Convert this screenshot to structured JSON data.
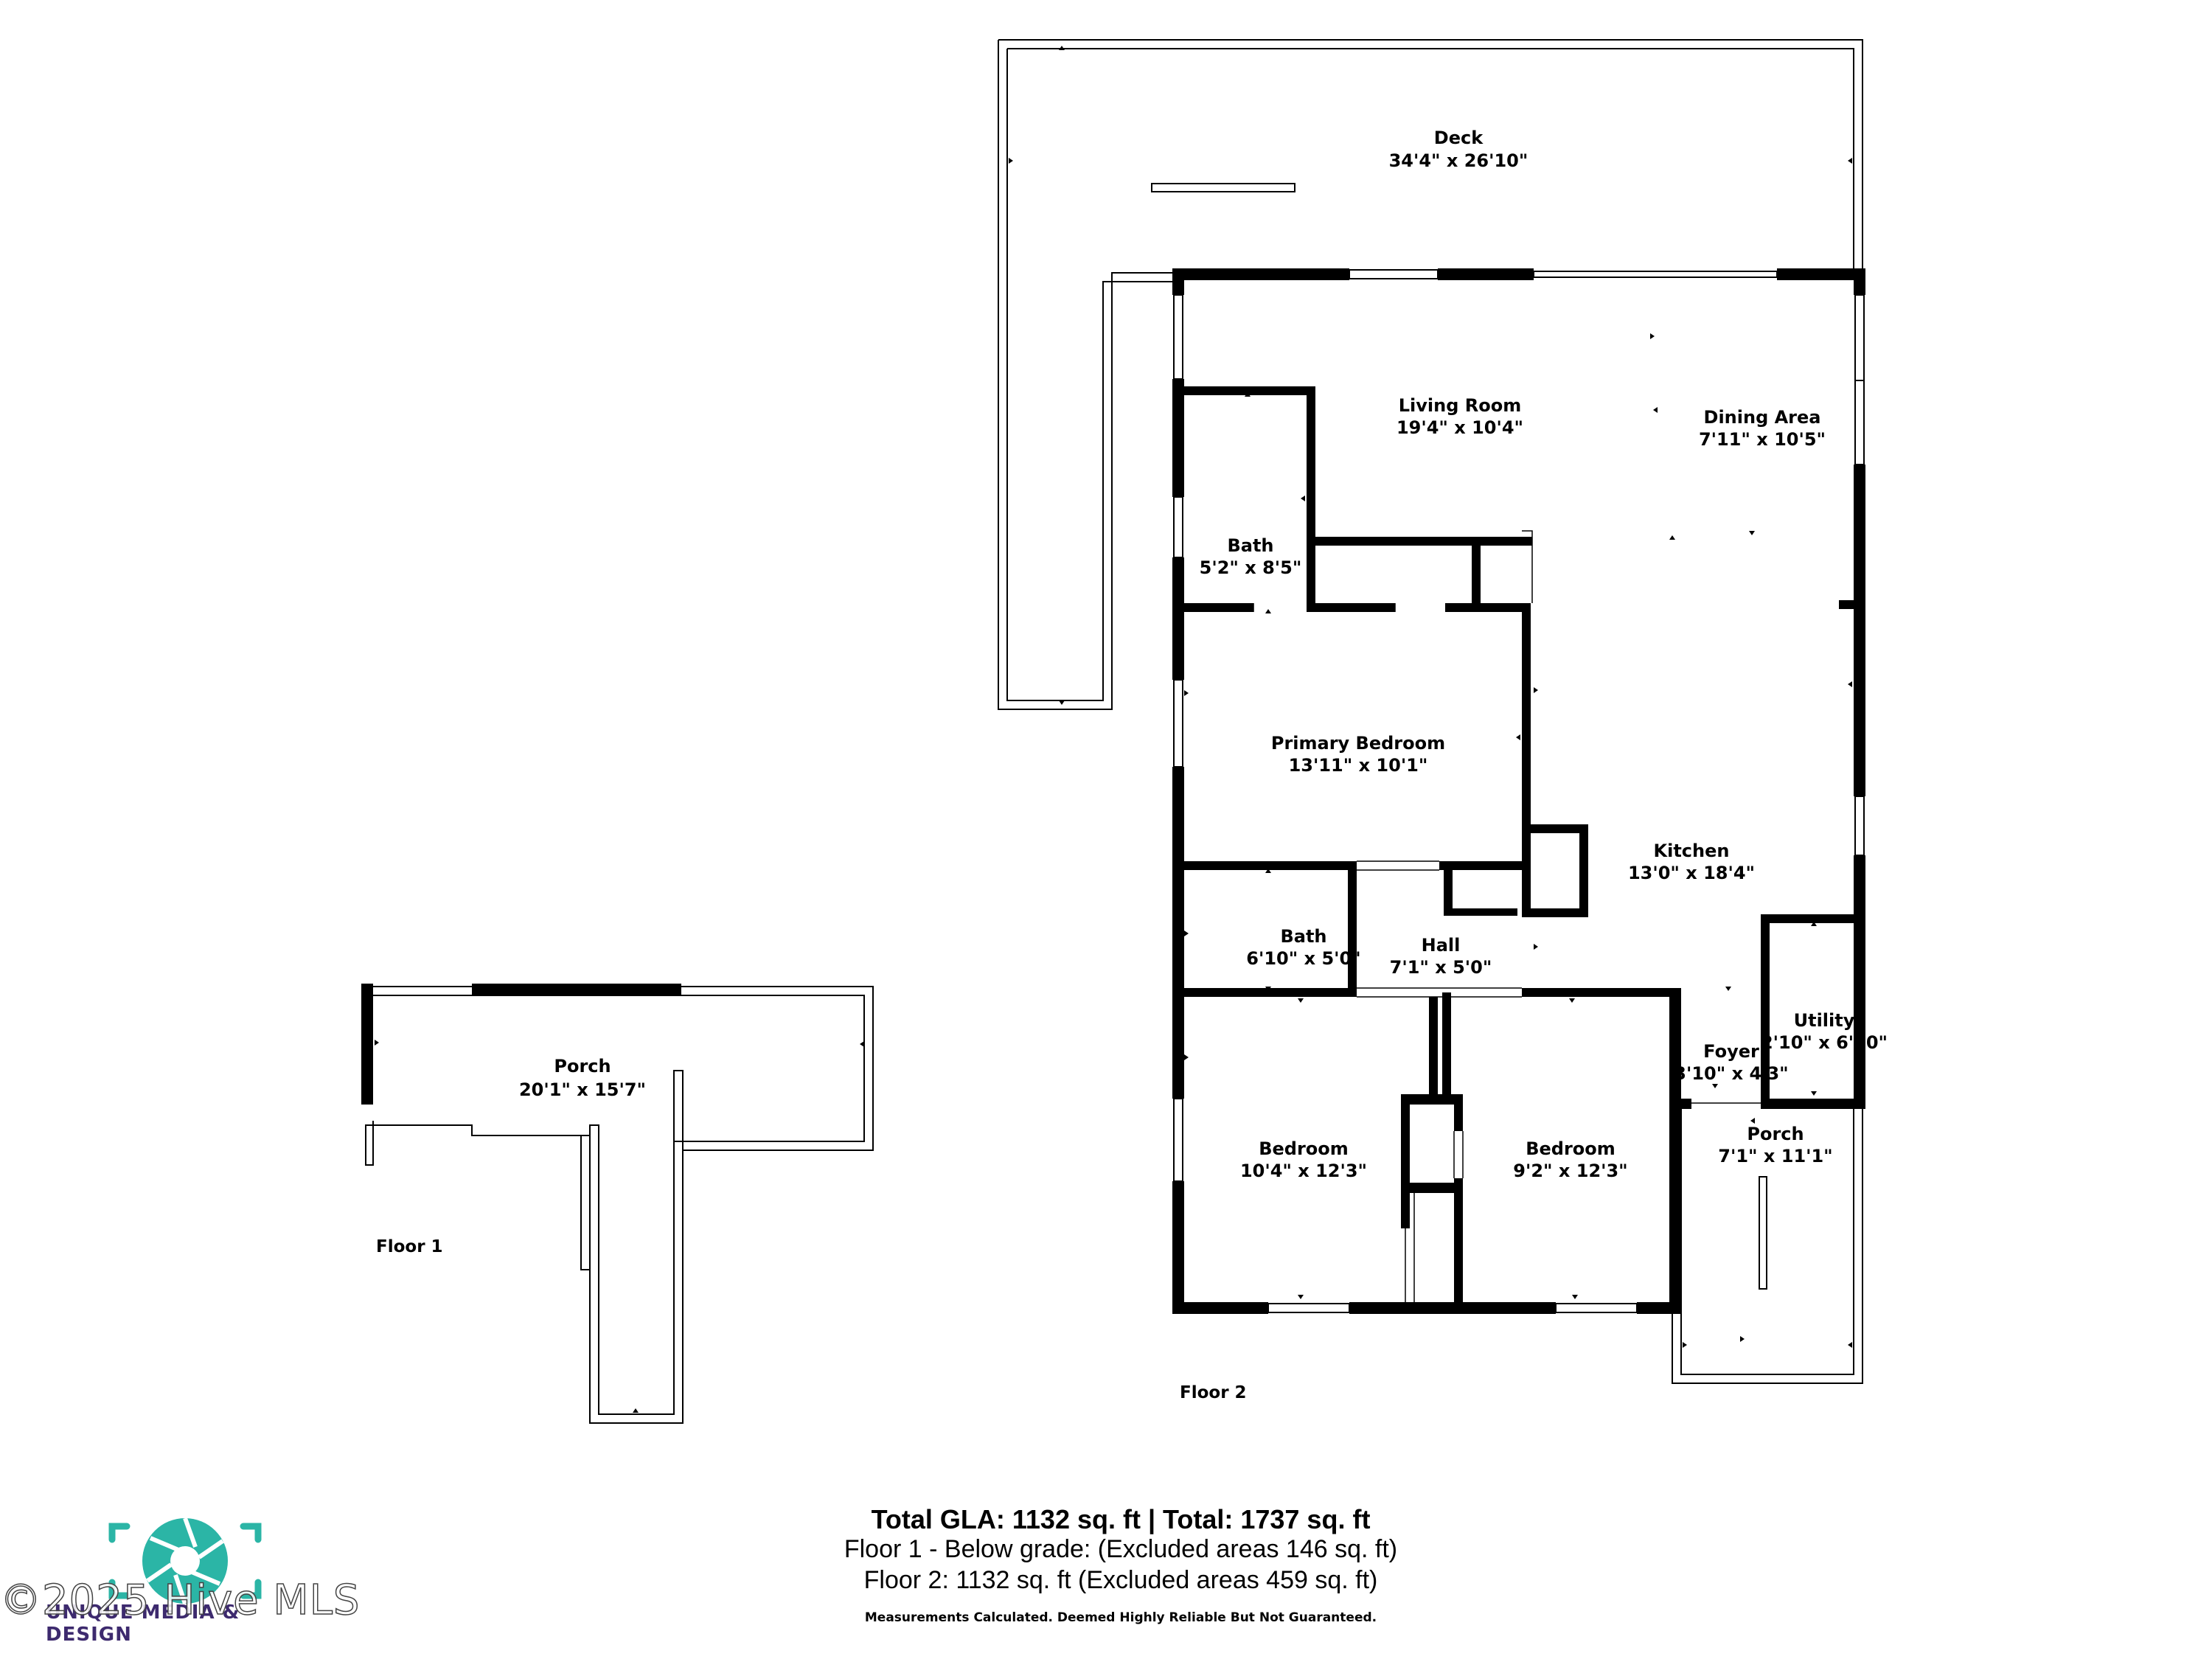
{
  "rooms": {
    "deck": {
      "name": "Deck",
      "dims": "34'4\" x 26'10\""
    },
    "living_room": {
      "name": "Living Room",
      "dims": "19'4\" x 10'4\""
    },
    "dining_area": {
      "name": "Dining Area",
      "dims": "7'11\" x 10'5\""
    },
    "bath_upper": {
      "name": "Bath",
      "dims": "5'2\" x 8'5\""
    },
    "primary_bedroom": {
      "name": "Primary Bedroom",
      "dims": "13'11\" x 10'1\""
    },
    "kitchen": {
      "name": "Kitchen",
      "dims": "13'0\" x 18'4\""
    },
    "bath_lower": {
      "name": "Bath",
      "dims": "6'10\" x 5'0\""
    },
    "hall": {
      "name": "Hall",
      "dims": "7'1\" x 5'0\""
    },
    "utility": {
      "name": "Utility",
      "dims": "2'10\" x 6'10\""
    },
    "foyer": {
      "name": "Foyer",
      "dims": "3'10\" x 4'3\""
    },
    "porch_floor2": {
      "name": "Porch",
      "dims": "7'1\" x 11'1\""
    },
    "bedroom_left": {
      "name": "Bedroom",
      "dims": "10'4\" x 12'3\""
    },
    "bedroom_right": {
      "name": "Bedroom",
      "dims": "9'2\" x 12'3\""
    },
    "porch_floor1": {
      "name": "Porch",
      "dims": "20'1\" x 15'7\""
    }
  },
  "floor_labels": {
    "floor1": "Floor 1",
    "floor2": "Floor 2"
  },
  "summary": {
    "total": "Total GLA: 1132 sq. ft | Total: 1737 sq. ft",
    "floor1": "Floor 1 - Below grade: (Excluded areas 146 sq. ft)",
    "floor2": "Floor 2: 1132 sq. ft (Excluded areas 459 sq. ft)",
    "disclaimer": "Measurements Calculated. Deemed Highly Reliable But Not Guaranteed."
  },
  "branding": {
    "company": "UNIQUE MEDIA & DESIGN",
    "watermark": "©2025 Hive MLS",
    "logo_color": "#2bb5a6",
    "brand_color": "#3d2a6e"
  }
}
